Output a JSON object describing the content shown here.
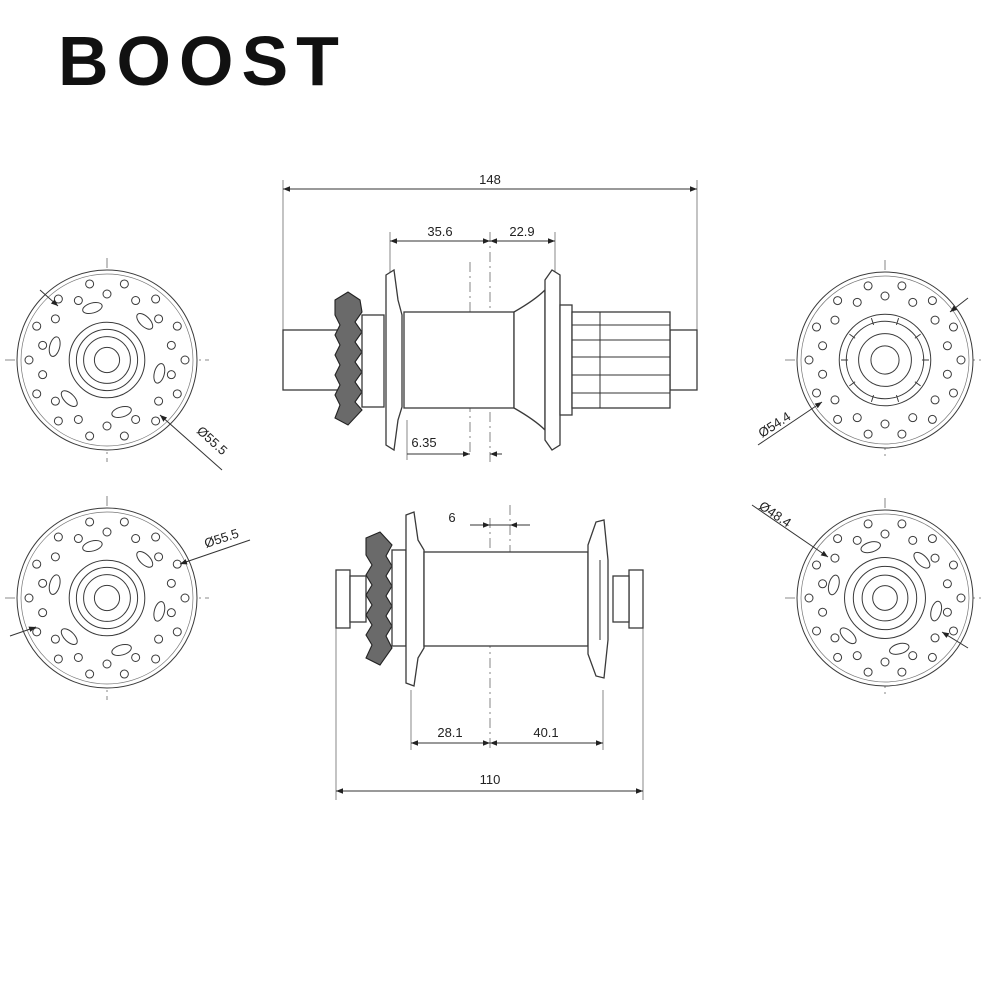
{
  "title": "BOOST",
  "rear_hub": {
    "dims": {
      "overall": "148",
      "left_flange_to_center": "35.6",
      "right_flange_to_center": "22.9",
      "disc_offset": "6.35"
    },
    "left_end_view_diameter": "Ø55.5",
    "right_end_view_diameter": "Ø54.4"
  },
  "front_hub": {
    "dims": {
      "overall": "110",
      "left_flange_to_center": "28.1",
      "right_flange_to_center": "40.1",
      "disc_offset": "6"
    },
    "left_end_view_diameter": "Ø55.5",
    "right_end_view_diameter": "Ø48.4"
  },
  "colors": {
    "line": "#333333",
    "fill_dark": "#6a6a6a",
    "background": "#ffffff"
  }
}
